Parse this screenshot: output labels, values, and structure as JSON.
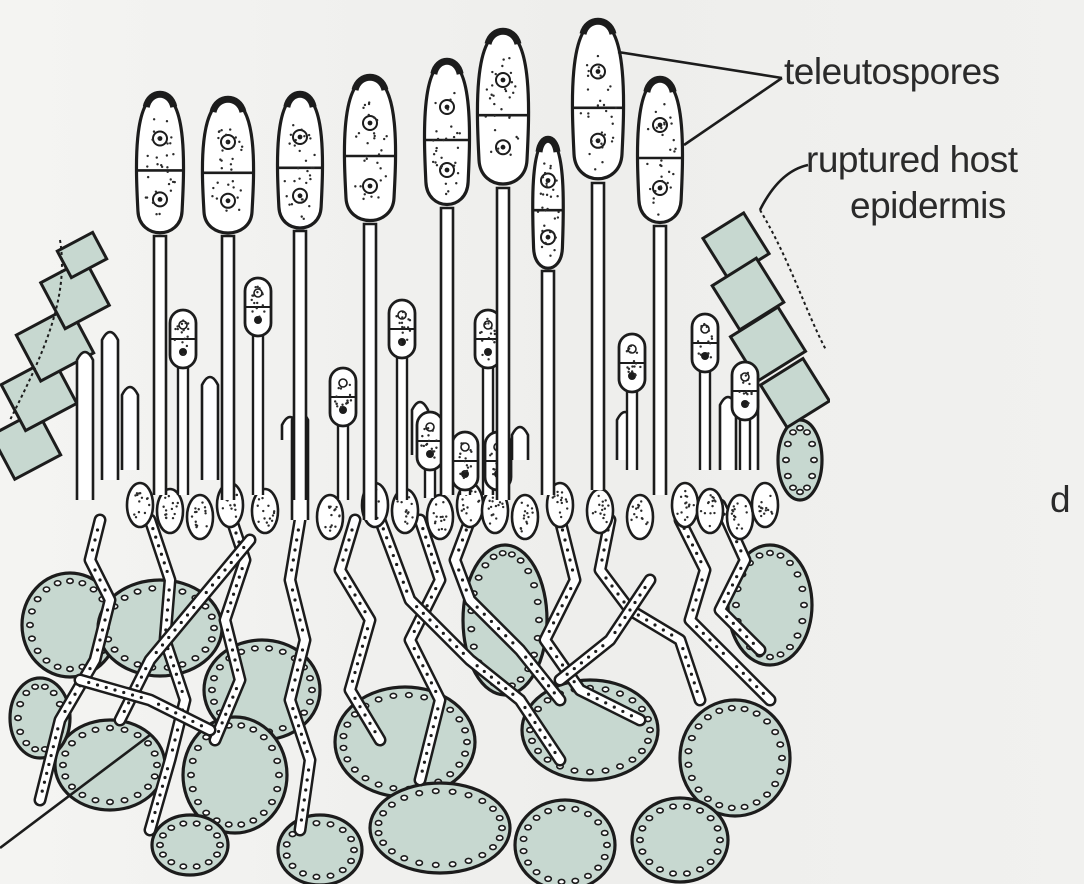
{
  "labels": {
    "teleutospores": "teleutospores",
    "ruptured_host": "ruptured host",
    "epidermis": "epidermis",
    "partial_letter": "d"
  },
  "colors": {
    "ink": "#1c1c1c",
    "cell_fill": "#c7d8d0",
    "spore_fill": "#ffffff",
    "paper": "#f2f2f0",
    "stipple": "#2b2b2b"
  }
}
